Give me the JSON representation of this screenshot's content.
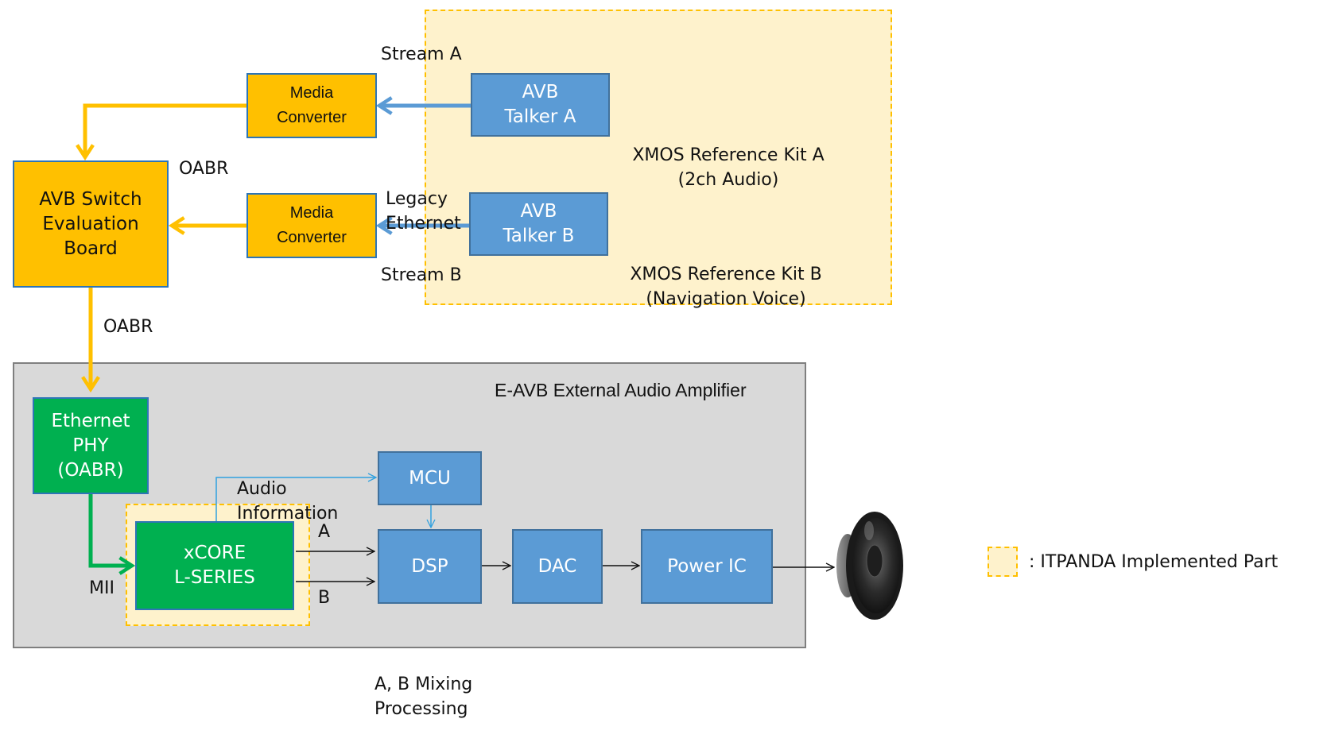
{
  "diagram": {
    "legend_text": ": ITPANDA Implemented Part",
    "kit_a": {
      "talker": [
        "AVB",
        "Talker A"
      ],
      "label": [
        "XMOS Reference Kit A",
        "(2ch Audio)"
      ],
      "stream": "Stream A"
    },
    "kit_b": {
      "talker": [
        "AVB",
        "Talker B"
      ],
      "label": [
        "XMOS Reference Kit B",
        "(Navigation Voice)"
      ],
      "stream": "Stream B"
    },
    "media_converter": [
      "Media",
      "Converter"
    ],
    "legacy_ethernet": [
      "Legacy",
      "Ethernet"
    ],
    "switch_board": [
      "AVB Switch",
      "Evaluation",
      "Board"
    ],
    "oabr_label": "OABR",
    "amplifier": {
      "title": "E-AVB External Audio Amplifier",
      "phy": [
        "Ethernet",
        "PHY",
        "(OABR)"
      ],
      "xcore": [
        "xCORE",
        "L-SERIES"
      ],
      "mii": "MII",
      "audio_info": [
        "Audio",
        "Information"
      ],
      "mcu": "MCU",
      "dsp": "DSP",
      "dac": "DAC",
      "power_ic": "Power IC",
      "channel_a": "A",
      "channel_b": "B",
      "mixing": [
        "A, B Mixing",
        "Processing"
      ]
    }
  },
  "colors": {
    "orange": "#ffc000",
    "blue": "#5b9bd5",
    "green": "#00b050",
    "dashed_fill": "#fef2cc",
    "panel_grey": "#d9d9d9"
  },
  "icons": {
    "speaker": "speaker-icon"
  }
}
